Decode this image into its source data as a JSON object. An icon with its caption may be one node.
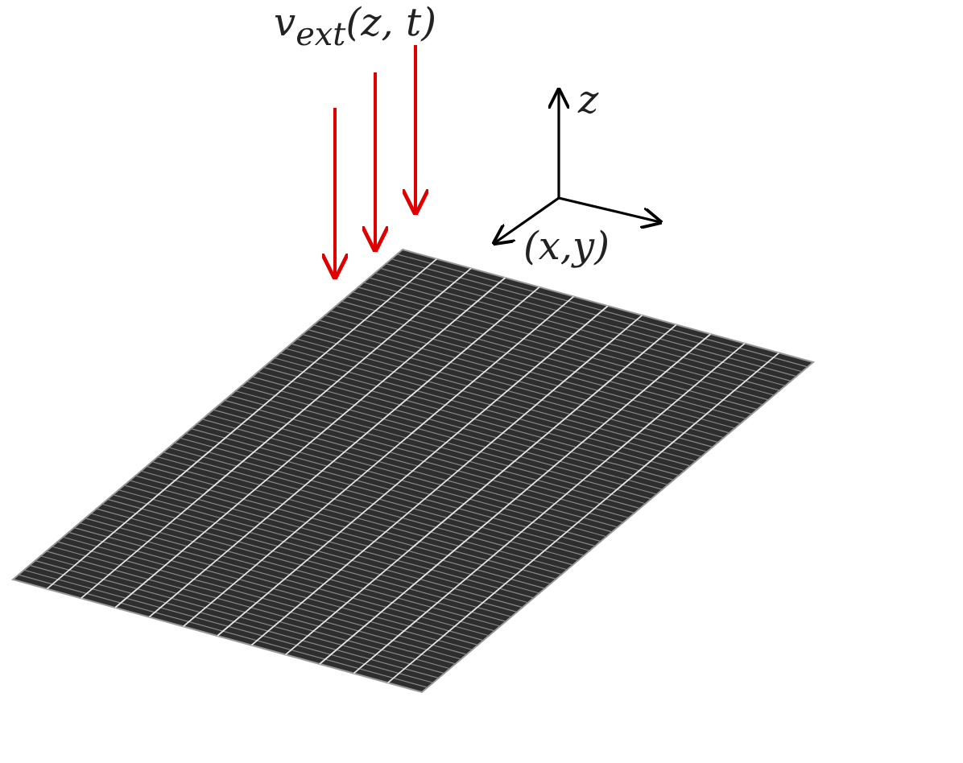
{
  "diagram": {
    "labels": [
      "v$_{ext}$(z, t)",
      "z",
      "(x,y)"
    ]
  }
}
